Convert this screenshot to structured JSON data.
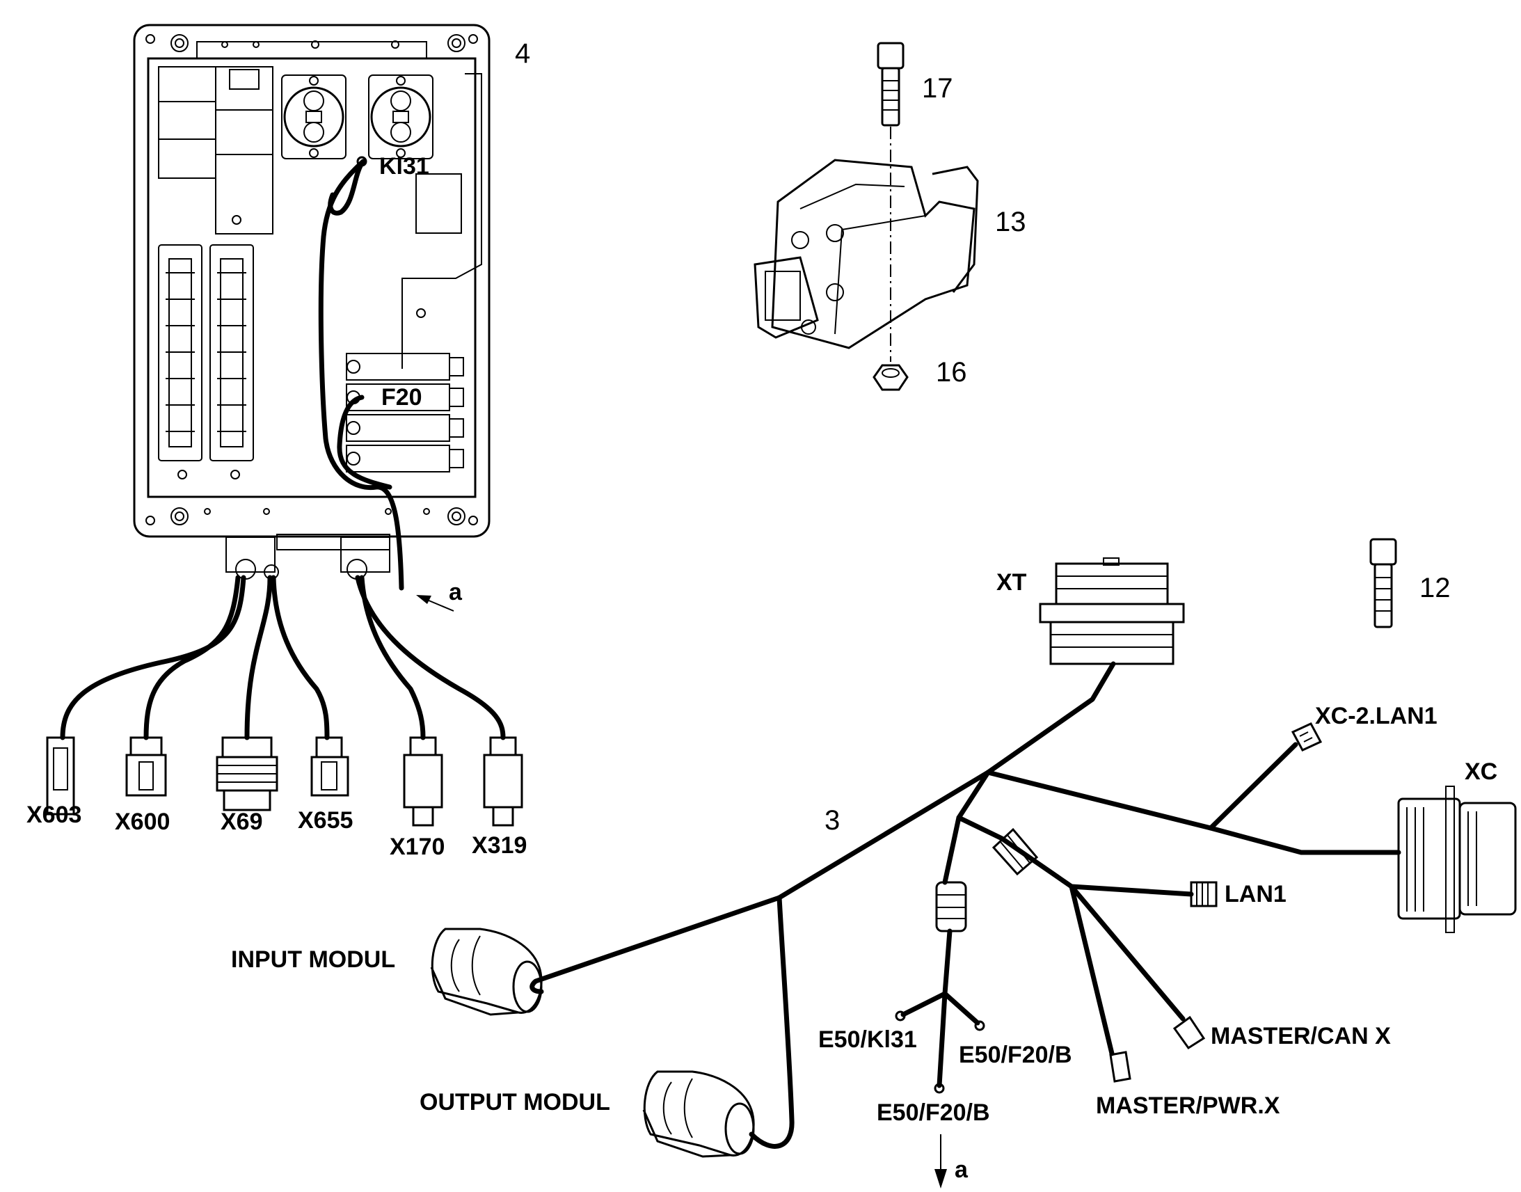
{
  "callouts": {
    "n4": "4",
    "n17": "17",
    "n13": "13",
    "n16": "16",
    "n12": "12",
    "n3": "3",
    "a_top": "a",
    "a_bottom": "a"
  },
  "labels": {
    "kl31": "Kl31",
    "f20": "F20",
    "x603": "X603",
    "x600": "X600",
    "x69": "X69",
    "x655": "X655",
    "x170": "X170",
    "x319": "X319",
    "xt": "XT",
    "xc2lan1": "XC-2.LAN1",
    "xc": "XC",
    "lan1": "LAN1",
    "input_modul": "INPUT MODUL",
    "output_modul": "OUTPUT MODUL",
    "e50_kl31": "E50/Kl31",
    "e50_f20_b_right": "E50/F20/B",
    "e50_f20_b_bottom": "E50/F20/B",
    "master_can": "MASTER/CAN X",
    "master_pwr": "MASTER/PWR.X"
  }
}
